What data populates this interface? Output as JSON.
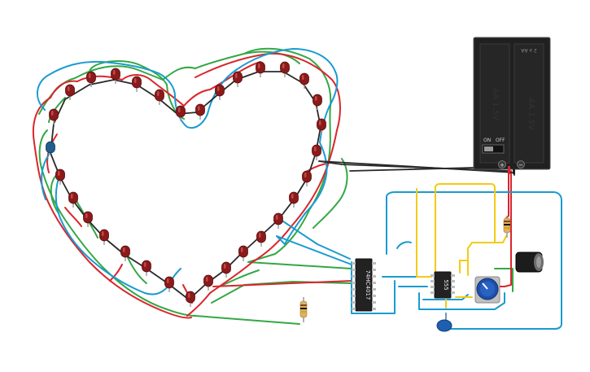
{
  "battery": {
    "label": "2 x AA",
    "cell1": "AA 1.5V",
    "cell2": "AA 1.5V",
    "switch_on": "ON",
    "switch_off": "OFF",
    "terminal_pos": "+",
    "terminal_neg": "−"
  },
  "chips": {
    "counter": "74HC4017",
    "timer": "555"
  },
  "colors": {
    "red": "#d9262c",
    "green": "#33a844",
    "blue": "#1a9bd1",
    "yellow": "#f2cc14",
    "black": "#2a2a2a",
    "led": "#8b1a1a",
    "led_blue": "#1f5f8f"
  }
}
